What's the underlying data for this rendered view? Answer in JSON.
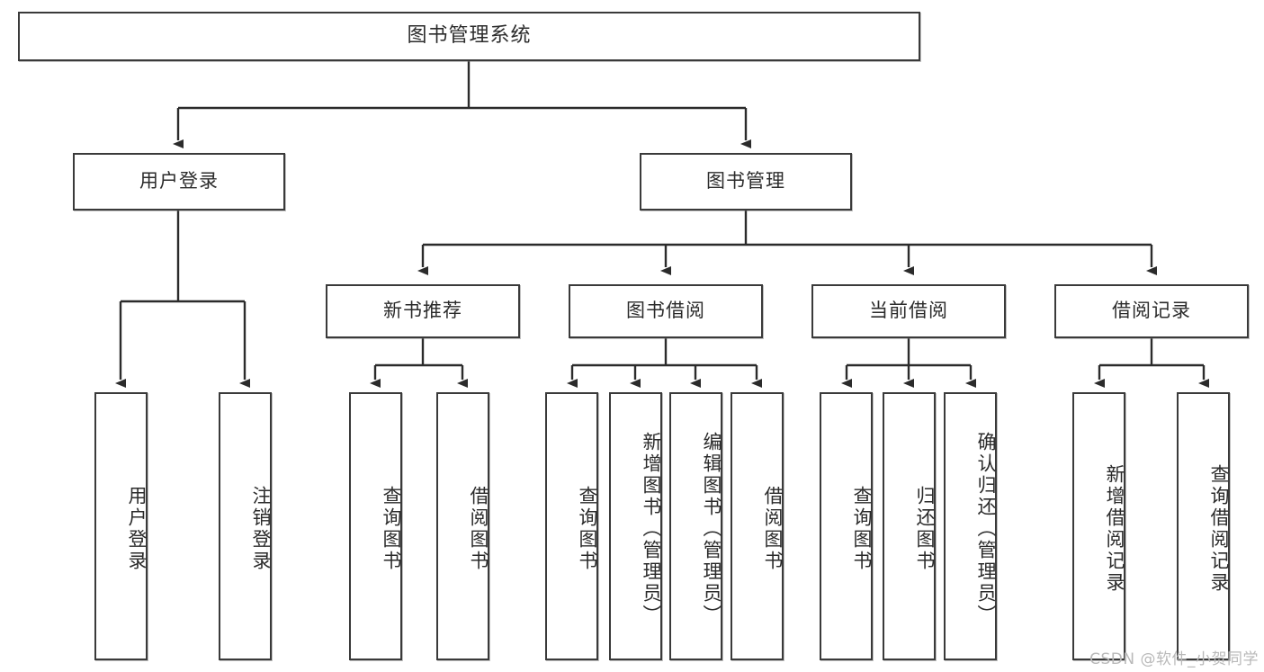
{
  "diagram": {
    "title": "图书管理系统",
    "type": "tree",
    "watermark": "CSDN @软件_小贺同学",
    "colors": {
      "border": "#3a3a3a",
      "text": "#2b2b2b",
      "background": "#ffffff",
      "edge": "#2b2b2b",
      "watermark": "#b9b9b9"
    },
    "nodes": {
      "root": {
        "label": "图书管理系统"
      },
      "level2": [
        {
          "id": "user-login",
          "label": "用户登录"
        },
        {
          "id": "book-manage",
          "label": "图书管理"
        }
      ],
      "level3": [
        {
          "id": "new-book-recommend",
          "label": "新书推荐"
        },
        {
          "id": "book-borrow",
          "label": "图书借阅"
        },
        {
          "id": "current-borrow",
          "label": "当前借阅"
        },
        {
          "id": "borrow-record",
          "label": "借阅记录"
        }
      ],
      "leaves": {
        "user-login": [
          {
            "id": "leaf-user-login",
            "label": "用户登录"
          },
          {
            "id": "leaf-user-logout",
            "label": "注销登录"
          }
        ],
        "new-book-recommend": [
          {
            "id": "leaf-query-book-1",
            "label": "查询图书"
          },
          {
            "id": "leaf-borrow-book-1",
            "label": "借阅图书"
          }
        ],
        "book-borrow": [
          {
            "id": "leaf-query-book-2",
            "label": "查询图书"
          },
          {
            "id": "leaf-add-book",
            "label": "新增图书（管理员）"
          },
          {
            "id": "leaf-edit-book",
            "label": "编辑图书（管理员）"
          },
          {
            "id": "leaf-borrow-book-2",
            "label": "借阅图书"
          }
        ],
        "current-borrow": [
          {
            "id": "leaf-query-book-3",
            "label": "查询图书"
          },
          {
            "id": "leaf-return-book",
            "label": "归还图书"
          },
          {
            "id": "leaf-confirm-return",
            "label": "确认归还（管理员）"
          }
        ],
        "borrow-record": [
          {
            "id": "leaf-add-record",
            "label": "新增借阅记录"
          },
          {
            "id": "leaf-query-record",
            "label": "查询借阅记录"
          }
        ]
      }
    }
  }
}
